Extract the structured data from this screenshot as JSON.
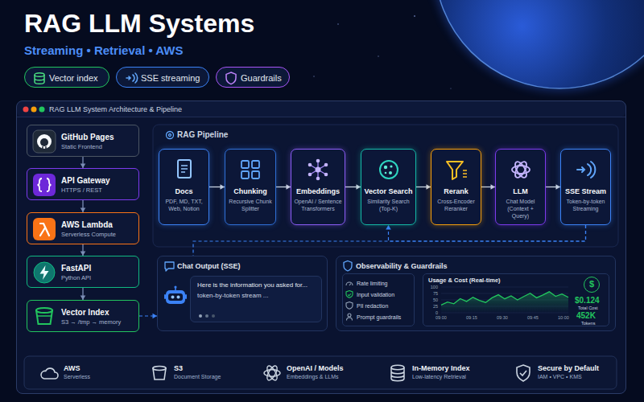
{
  "diagram": {
    "title": "RAG LLM Systems",
    "nodes": [
      {
        "text": [
          "Vector index"
        ]
      },
      {
        "text": [
          "SSE streaming"
        ]
      },
      {
        "text": [
          "Guardrails"
        ]
      },
      {
        "text": [
          "RAG LLM System Architecture & Pipeline"
        ]
      },
      {
        "text": [
          "GitHub Pages",
          "Static Frontend"
        ],
        "in": 3
      },
      {
        "text": [
          "API Gateway",
          "HTTPS / REST"
        ],
        "in": 3
      },
      {
        "text": [
          "AWS Lambda",
          "Serverless Compute"
        ],
        "in": 3
      },
      {
        "text": [
          "FastAPI",
          "Python API"
        ],
        "in": 3
      },
      {
        "text": [
          "Vector Index",
          "S3 → /tmp → memory"
        ],
        "in": 3
      },
      {
        "text": [
          "Docs",
          "PDF, MD, TXT, Web, Notion"
        ],
        "in": 3
      },
      {
        "text": [
          "Chunking",
          "Recursive Chunk Splitter"
        ],
        "in": 3
      },
      {
        "text": [
          "Embeddings",
          "OpenAI / Sentence Transformers"
        ],
        "in": 3
      },
      {
        "text": [
          "Vector Search",
          "Similarity Search (Top-K)"
        ],
        "in": 3
      },
      {
        "text": [
          "Rerank",
          "Cross-Encoder Reranker"
        ],
        "in": 3
      },
      {
        "text": [
          "LLM",
          "Chat Model (Context + Query)"
        ],
        "in": 3
      },
      {
        "text": [
          "SSE Stream",
          "Token-by-token Streaming"
        ],
        "in": 3
      },
      {
        "text": [
          "Chat Output (SSE)"
        ],
        "in": 3
      },
      {
        "text": [
          "Here is the information you asked for...",
          "token-by-token stream ..."
        ],
        "in": 16
      },
      {
        "text": [
          "Observability & Guardrails"
        ],
        "in": 3
      },
      {
        "text": [
          "Rate limiting",
          "Input validation",
          "PII redaction",
          "Prompt guardrails"
        ],
        "in": 18
      },
      {
        "text": [
          "Usage & Cost (Real-time)",
          "100",
          "75",
          "50",
          "25",
          "0",
          "09:00",
          "09:15",
          "09:30",
          "09:45",
          "10:00",
          "$0.124",
          "Total Cost",
          "452K",
          "Tokens"
        ],
        "in": 18
      },
      {
        "text": [
          "$"
        ],
        "in": 20
      },
      {
        "text": [
          "AWS",
          "Serverless"
        ],
        "in": 3
      },
      {
        "text": [
          "S3",
          "Document Storage"
        ],
        "in": 3
      },
      {
        "text": [
          "OpenAI / Models",
          "Embeddings & LLMs"
        ],
        "in": 3
      },
      {
        "text": [
          "In-Memory Index",
          "Low-latency Retrieval"
        ],
        "in": 3
      },
      {
        "text": [
          "Secure by Default",
          "IAM • VPC • KMS"
        ],
        "in": 3
      }
    ],
    "edges": [
      {
        "from": 4,
        "to": 5,
        "arrow": "to"
      },
      {
        "from": 5,
        "to": 6,
        "arrow": "to"
      },
      {
        "from": 6,
        "to": 7,
        "arrow": "to"
      },
      {
        "from": 7,
        "to": 8,
        "arrow": "to"
      },
      {
        "from": 9,
        "to": 10,
        "arrow": "to"
      },
      {
        "from": 10,
        "to": 11,
        "arrow": "to"
      },
      {
        "from": 11,
        "to": 12,
        "arrow": "to"
      },
      {
        "from": 12,
        "to": 13,
        "arrow": "to"
      },
      {
        "from": 13,
        "to": 14,
        "arrow": "to"
      },
      {
        "from": 14,
        "to": 15,
        "arrow": "to"
      },
      {
        "from": 8,
        "to": 16,
        "arrow": "to"
      },
      {
        "from": 15,
        "to": 12,
        "arrow": "to"
      },
      {
        "from": 15,
        "to": 16,
        "arrow": "none"
      }
    ],
    "labels": [
      "Streaming • Retrieval • AWS",
      "RAG Pipeline"
    ]
  }
}
